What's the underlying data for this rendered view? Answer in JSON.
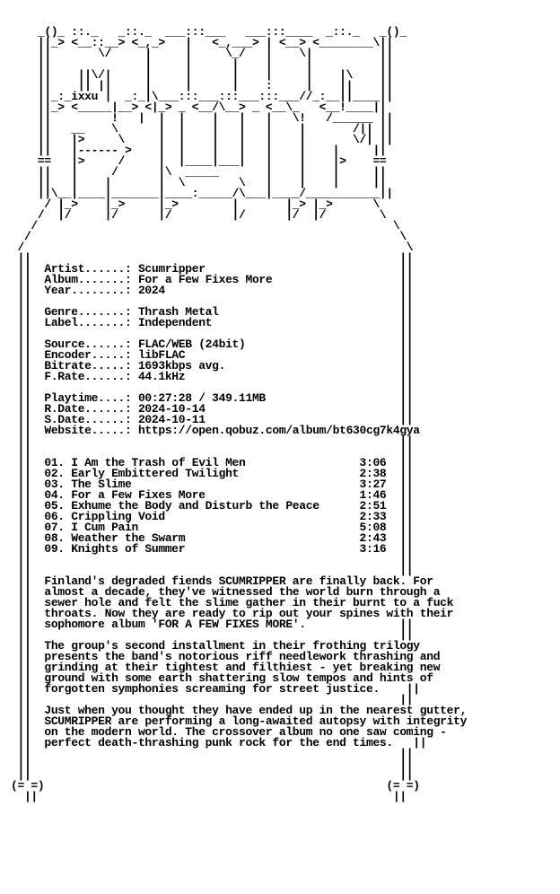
{
  "nfo": {
    "lines": [
      "    _()_ ::._   _::._  ___:::___   ___:::____  _::._   _()_",
      "    ||_> <__::__> <_,_>   |   <_,___> | <__> <________\\||",
      "    ||       \\/     |     |     \\_/   |    \\|          ||",
      "    ||              |     |      |    |     |          ||",
      "    ||    ||\\/|     |     |      |    |     |    |\\    ||",
      "    ||    || ||     |     |      |    :     |    ||    ||",
      "    ||_:_ixxu |  _:_|\\___:::___:::___:::___//_:__||____||",
      "    ||_> <_____|__> <|_> _ <__/\\__> _ <__\\_   <__!____||",
      "    ||         !   |  |  |    |   |   |   \\!   /______ ||",
      "    ||   __    \\      |  |    |   |   |    |       /|| ||",
      "    ||   |>     \\     |  |    |   |   |    |       \\/| ||",
      "    ||   |------ >    |  |    |   |   |    |    |     ||",
      "    ==   |>     /     |  |____|___|   |    |    |>    ==",
      "    ||   |     /      |\\  _____       |    |    |     ||",
      "    ||   |    |       |  \\        \\   |    |    |     ||",
      "    ||\\__|____|_______|____:_____/\\___|____/___________||",
      "     / |_>    |_>     |_>        |       |_> |_>      \\",
      "    /  |/     |/      |/         |/      |/  |/        \\",
      "   /                                                     \\",
      "  /                                                       \\",
      " /                                                         \\",
      " ||                                                       ||",
      " ||  Artist......: Scumripper                             ||",
      " ||  Album.......: For a Few Fixes More                   ||",
      " ||  Year........: 2024                                   ||",
      " ||                                                       ||",
      " ||  Genre.......: Thrash Metal                           ||",
      " ||  Label.......: Independent                            ||",
      " ||                                                       ||",
      " ||  Source......: FLAC/WEB (24bit)                       ||",
      " ||  Encoder.....: libFLAC                                ||",
      " ||  Bitrate.....: 1693kbps avg.                          ||",
      " ||  F.Rate......: 44.1kHz                                ||",
      " ||                                                       ||",
      " ||  Playtime....: 00:27:28 / 349.11MB                    ||",
      " ||  R.Date......: 2024-10-14                             ||",
      " ||  S.Date......: 2024-10-11                             ||",
      " ||  Website.....: https://open.qobuz.com/album/bt630cg7k4gya",
      " ||                                                       ||",
      " ||                                                       ||",
      " ||  01. I Am the Trash of Evil Men                 3:06  ||",
      " ||  02. Early Embittered Twilight                  2:38  ||",
      " ||  03. The Slime                                  3:27  ||",
      " ||  04. For a Few Fixes More                       1:46  ||",
      " ||  05. Exhume the Body and Disturb the Peace      2:51  ||",
      " ||  06. Crippling Void                             2:33  ||",
      " ||  07. I Cum Pain                                 5:08  ||",
      " ||  08. Weather the Swarm                          2:43  ||",
      " ||  09. Knights of Summer                          3:16  ||",
      " ||                                                       ||",
      " ||                                                       ||",
      " ||  Finland's degraded fiends SCUMRIPPER are finally back. For",
      " ||  almost a decade, they've witnessed the world burn through a",
      " ||  sewer hole and felt the slime gather in their burnt to a fuck",
      " ||  throats. Now they are ready to rip out your spines with their",
      " ||  sophomore album 'FOR A FEW FIXES MORE'.              ||",
      " ||                                                       ||",
      " ||  The group's second installment in their frothing trilogy",
      " ||  presents the band's notorious riff needlework thrashing and",
      " ||  grinding at their tightest and filthiest - yet breaking new",
      " ||  ground with some earth shattering slow tempos and hints of",
      " ||  forgotten symphonies screaming for street justice.    ||",
      " ||                                                       ||",
      " ||  Just when you thought they have ended up in the nearest gutter,",
      " ||  SCUMRIPPER are performing a long-awaited autopsy with integrity",
      " ||  on the modern world. The crossover album no one saw coming -",
      " ||  perfect death-thrashing punk rock for the end times.   ||",
      " ||                                                       ||",
      " ||                                                       ||",
      " ||                                                       ||",
      "(= =)                                                   (= =)",
      "  ||                                                     ||"
    ]
  }
}
